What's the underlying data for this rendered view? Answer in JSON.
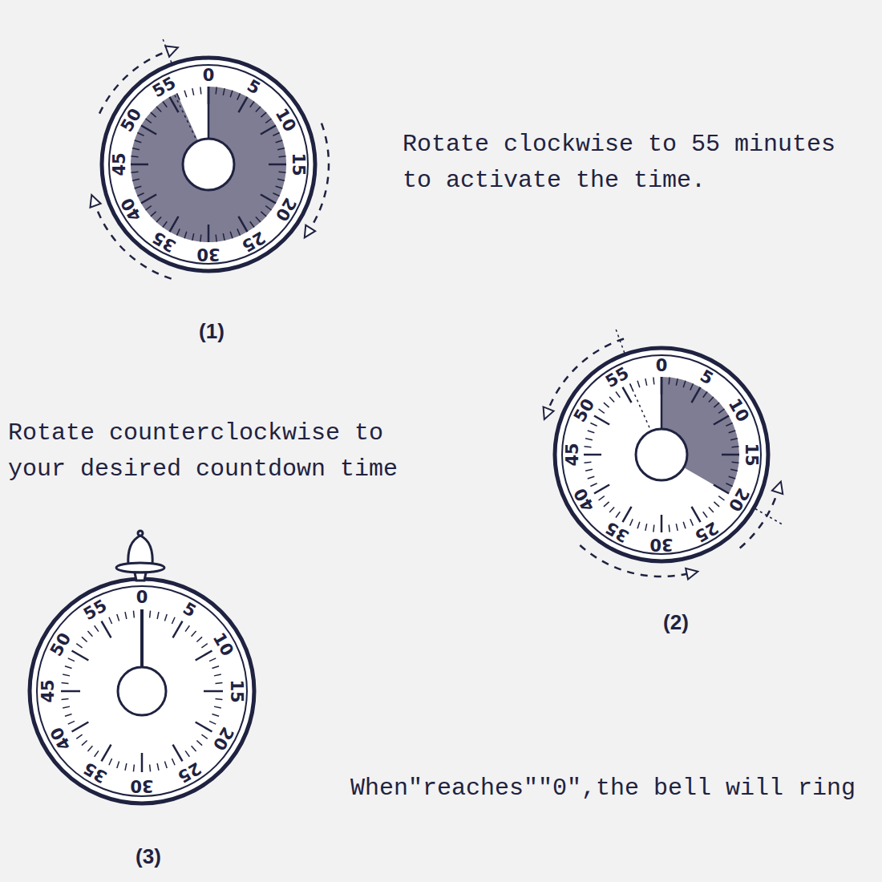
{
  "diagram": {
    "labels": [
      "0",
      "5",
      "10",
      "15",
      "20",
      "25",
      "30",
      "35",
      "40",
      "45",
      "50",
      "55",
      "Rotate clockwise to 55 minutes to activate the time.",
      "(1)",
      "Rotate counterclockwise to your desired countdown time",
      "0",
      "5",
      "10",
      "15",
      "20",
      "25",
      "30",
      "35",
      "40",
      "45",
      "50",
      "55",
      "(2)",
      "0",
      "5",
      "10",
      "15",
      "20",
      "25",
      "30",
      "35",
      "40",
      "45",
      "50",
      "55",
      "(3)",
      "When\"reaches\"\"0\",the bell will ring"
    ]
  }
}
